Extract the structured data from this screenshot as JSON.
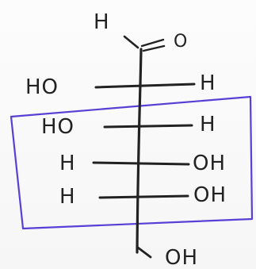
{
  "diagram": {
    "ink_color": "#222222",
    "highlight_color": "#5a3fd6",
    "top_group": {
      "h_label": "H",
      "o_label": "O"
    },
    "rows": [
      {
        "left": "HO",
        "right": "H"
      },
      {
        "left": "HO",
        "right": "H"
      },
      {
        "left": "H",
        "right": "OH"
      },
      {
        "left": "H",
        "right": "OH"
      }
    ],
    "bottom_group": {
      "label": "OH"
    }
  }
}
